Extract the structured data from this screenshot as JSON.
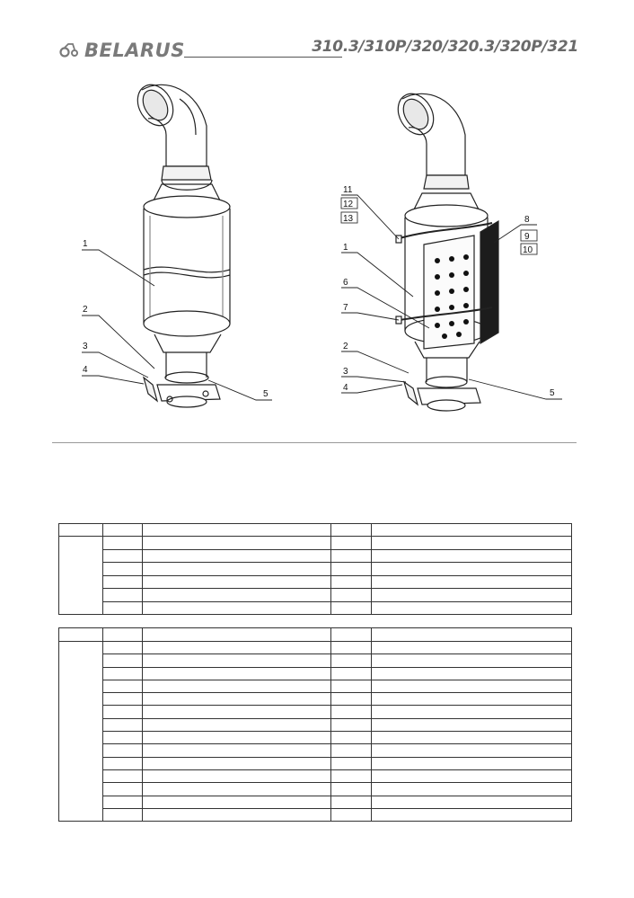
{
  "header": {
    "brand": "BELARUS",
    "models": "310.3/310P/320/320.3/320P/321"
  },
  "figure_left": {
    "callouts": [
      "1",
      "2",
      "3",
      "4",
      "5"
    ]
  },
  "figure_right": {
    "callouts": [
      "11",
      "12",
      "13",
      "1",
      "6",
      "7",
      "2",
      "3",
      "4",
      "8",
      "9",
      "10",
      "5"
    ]
  },
  "table1": {
    "body_rows": 6
  },
  "table2": {
    "body_rows": 14
  }
}
